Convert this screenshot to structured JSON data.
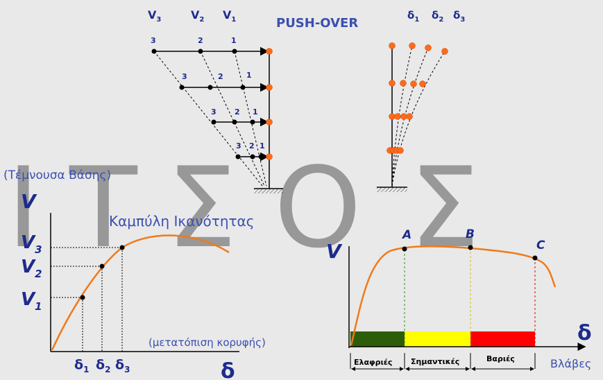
{
  "watermark": {
    "letters": [
      "I",
      "T",
      "Σ",
      "O",
      "Σ"
    ]
  },
  "top": {
    "title": "PUSH-OVER",
    "force_labels": {
      "v3": "V",
      "v2": "V",
      "v1": "V",
      "s3": "3",
      "s2": "2",
      "s1": "1"
    },
    "disp_labels": {
      "d1": "δ",
      "d2": "δ",
      "d3": "δ",
      "s1": "1",
      "s2": "2",
      "s3": "3"
    },
    "node_numbers": [
      "3",
      "2",
      "1"
    ]
  },
  "capacity": {
    "base_shear_label": "(Τέμνουσα Βάσης)",
    "v_axis": "V",
    "curve_title": "Καμπύλη Ικανότητας",
    "y_ticks": [
      {
        "main": "V",
        "sub": "3"
      },
      {
        "main": "V",
        "sub": "2"
      },
      {
        "main": "V",
        "sub": "1"
      }
    ],
    "x_ticks": [
      {
        "main": "δ",
        "sub": "1"
      },
      {
        "main": "δ",
        "sub": "2"
      },
      {
        "main": "δ",
        "sub": "3"
      }
    ],
    "x_note": "(μετατόπιση κορυφής)",
    "delta_axis": "δ"
  },
  "damage": {
    "v_axis": "V",
    "delta_axis": "δ",
    "points": [
      "A",
      "B",
      "C"
    ],
    "bands": [
      {
        "label": "Ελαφριές",
        "color": "#2e5d0a"
      },
      {
        "label": "Σημαντικές",
        "color": "#ffff00"
      },
      {
        "label": "Βαριές",
        "color": "#ff0000"
      }
    ],
    "damage_label": "Βλάβες"
  },
  "colors": {
    "curve": "#f07a1a",
    "node": "#ff6a1a",
    "text_blue": "#1d2b8c",
    "label_blue": "#3b4fb0",
    "watermark": "#8a8a8a"
  }
}
